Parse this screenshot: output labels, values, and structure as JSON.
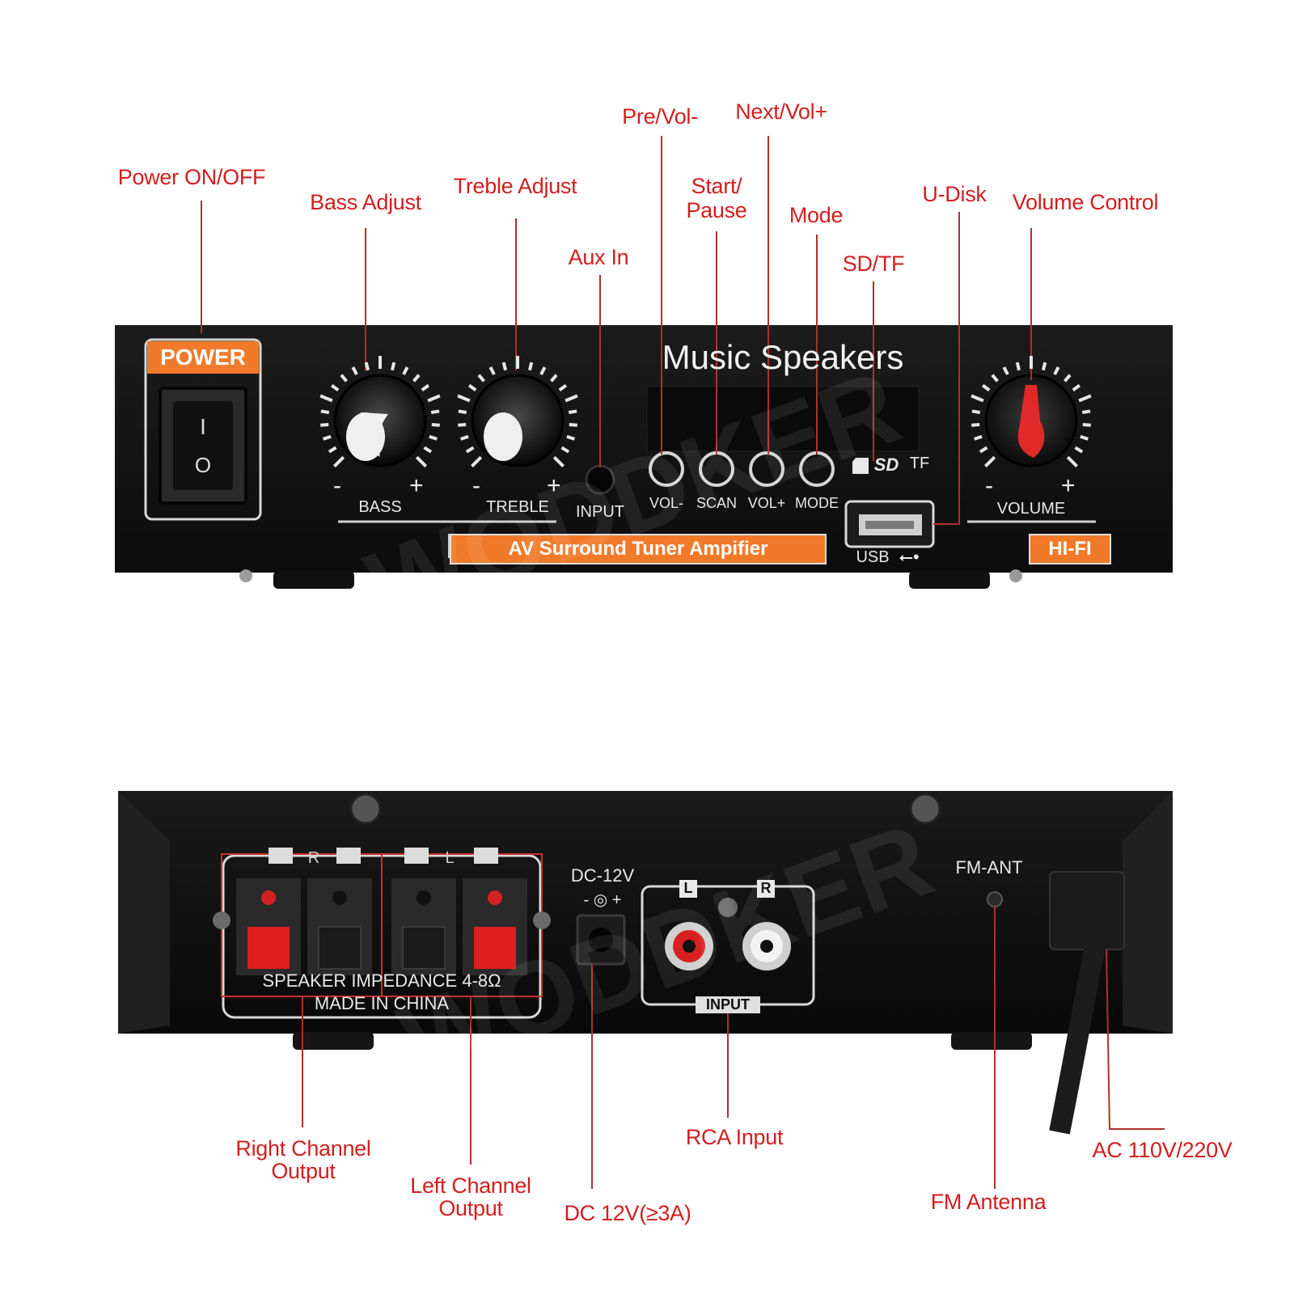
{
  "callouts": {
    "power": "Power ON/OFF",
    "bass": "Bass Adjust",
    "treble": "Treble Adjust",
    "aux": "Aux In",
    "pre": "Pre/Vol-",
    "next": "Next/Vol+",
    "start_line1": "Start/",
    "start_line2": "Pause",
    "mode": "Mode",
    "sdtf": "SD/TF",
    "udisk": "U-Disk",
    "volume": "Volume Control",
    "right_line1": "Right Channel",
    "right_line2": "Output",
    "left_line1": "Left Channel",
    "left_line2": "Output",
    "dc": "DC 12V(≥3A)",
    "rca": "RCA Input",
    "fm": "FM Antenna",
    "ac": "AC 110V/220V"
  },
  "front_panel": {
    "power_label": "POWER",
    "title": "Music Speakers",
    "bass": "BASS",
    "treble": "TREBLE",
    "input": "INPUT",
    "btn_vol_minus": "VOL-",
    "btn_scan": "SCAN",
    "btn_vol_plus": "VOL+",
    "btn_mode": "MODE",
    "sd": "SD",
    "tf": "TF",
    "usb": "USB",
    "volume": "VOLUME",
    "banner": "AV Surround Tuner Ampifier",
    "hifi": "HI-FI",
    "switch_on": "I",
    "switch_off": "O",
    "minus": "-",
    "plus": "+"
  },
  "rear_panel": {
    "channel_r": "R",
    "channel_l": "L",
    "impedance": "SPEAKER IMPEDANCE 4-8Ω",
    "made_in": "MADE IN CHINA",
    "dc": "DC-12V",
    "rca_l": "L",
    "rca_r": "R",
    "rca_input": "INPUT",
    "fm_ant": "FM-ANT"
  },
  "watermark": "WODDKER",
  "colors": {
    "callout": "#d21e1e",
    "accent_orange": "#f07a2a",
    "panel": "#141414",
    "volume_knob": "#e02a2a"
  }
}
